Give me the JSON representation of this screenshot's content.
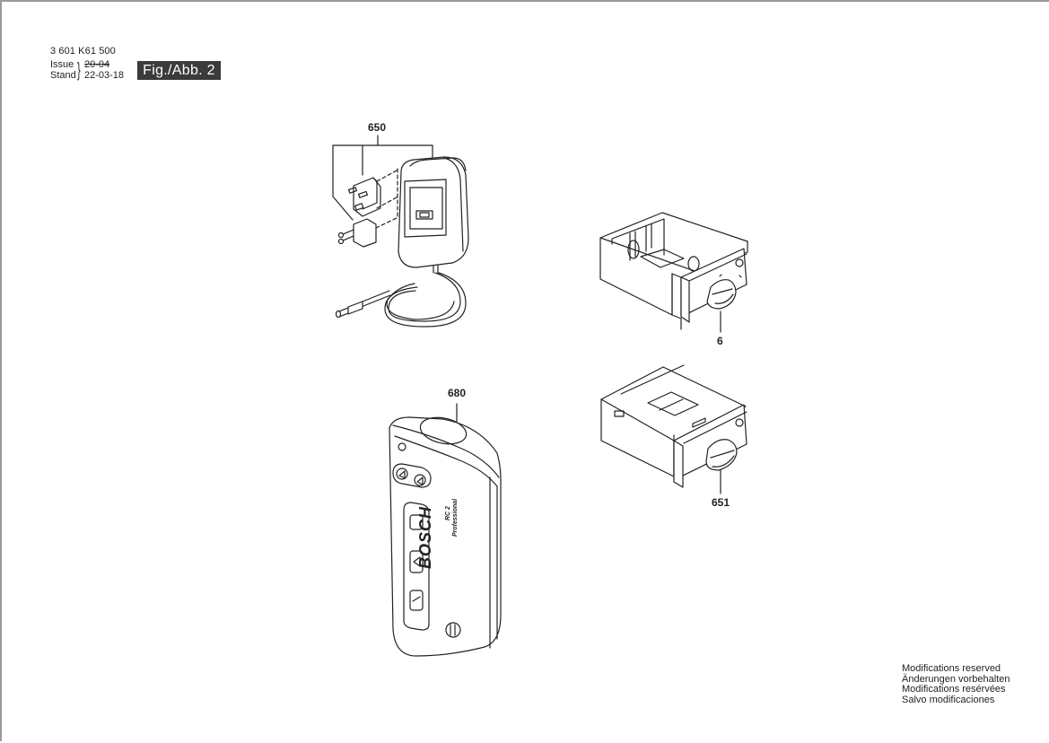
{
  "header": {
    "part_number": "3 601 K61 500",
    "issue_label": "Issue",
    "issue_value": "20-04",
    "stand_label": "Stand",
    "stand_value": "22-03-18",
    "figure_label": "Fig./Abb. 2"
  },
  "parts": [
    {
      "number": "650",
      "description": "charger / power adapter with interchangeable plugs"
    },
    {
      "number": "6",
      "description": "battery compartment (open)"
    },
    {
      "number": "651",
      "description": "battery compartment (closed)"
    },
    {
      "number": "680",
      "description": "remote control"
    }
  ],
  "remote": {
    "brand": "BOSCH",
    "model": "RC 2",
    "line": "Professional"
  },
  "footer": {
    "lines": [
      "Modifications reserved",
      "Änderungen vorbehalten",
      "Modifications resérvées",
      "Salvo modificaciones"
    ]
  },
  "colors": {
    "ink": "#222222",
    "figure_badge_bg": "#3b3b3b",
    "figure_badge_text": "#ffffff",
    "page_border": "#9a9a9a"
  }
}
